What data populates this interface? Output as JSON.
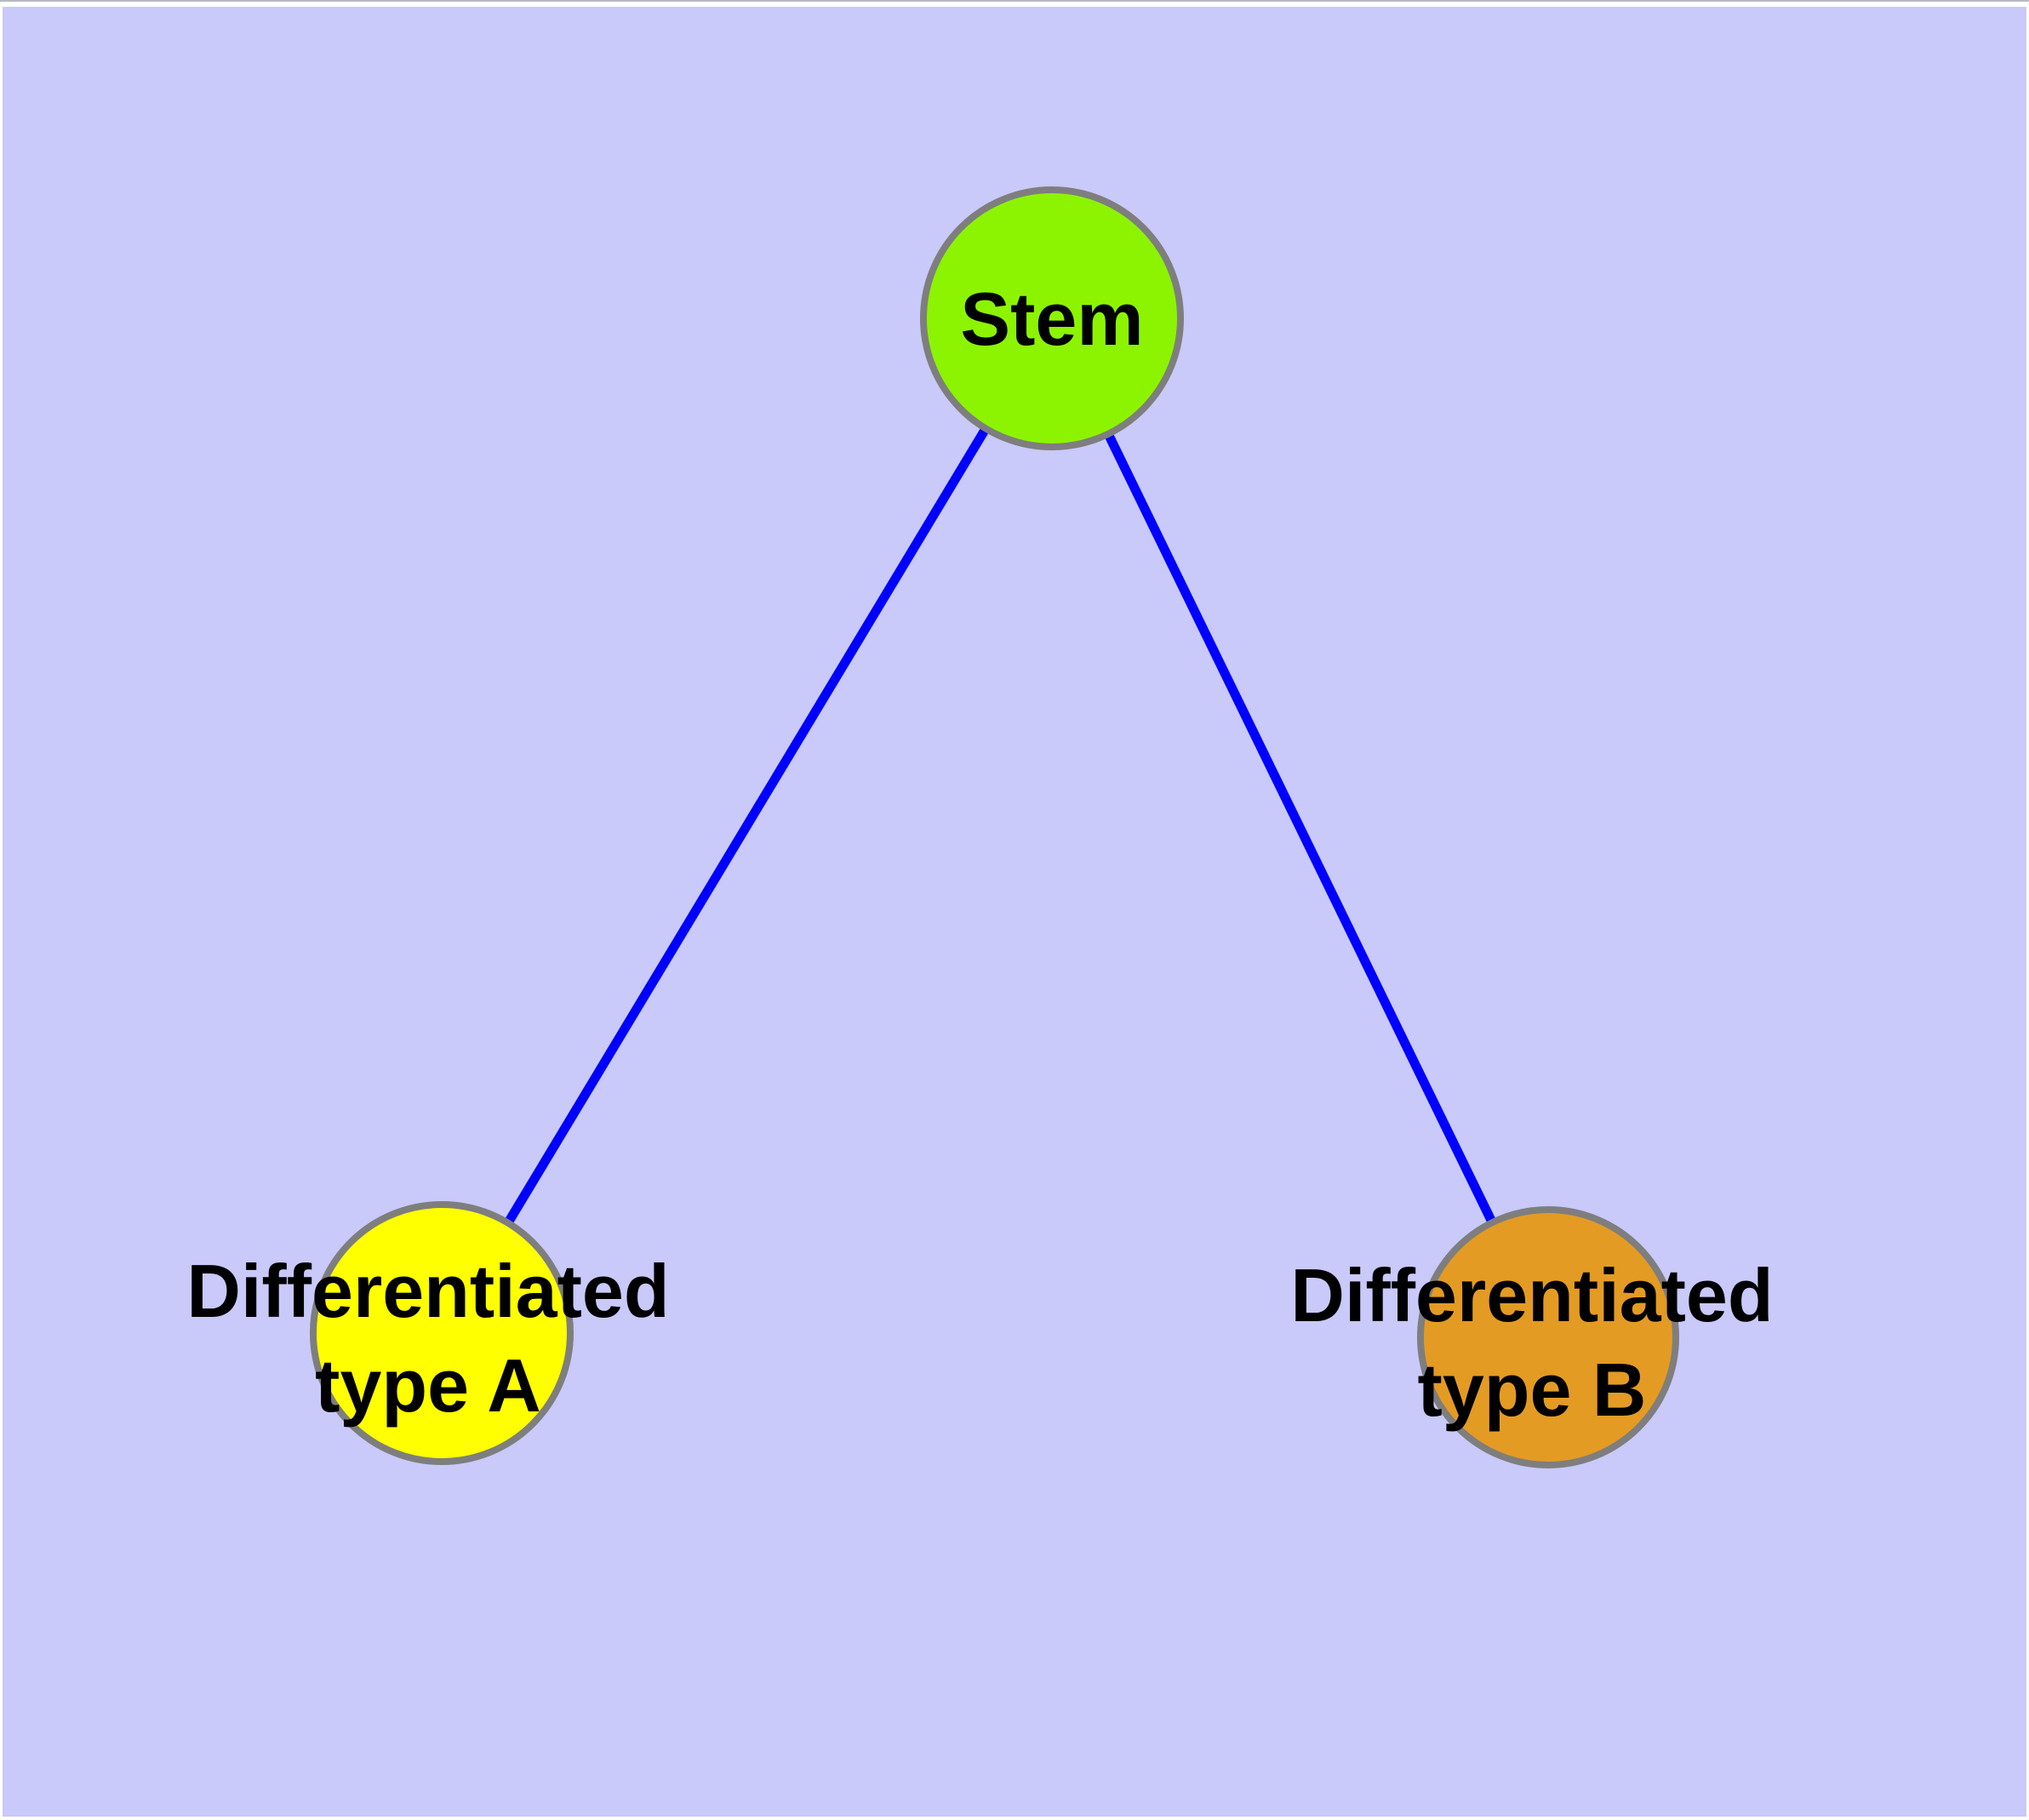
{
  "diagram": {
    "background_color": "#c9c9fa",
    "frame_color": "#ffffff",
    "top_hairline_color": "#b8b8c6",
    "edge_color": "#0000ff",
    "node_border_color": "#7e7e7e",
    "label_color": "#000000",
    "nodes": [
      {
        "id": "stem",
        "label": "Stem",
        "lines": [
          "Stem"
        ],
        "fill": "#8cf400"
      },
      {
        "id": "type-a",
        "label": "Differentiated type A",
        "lines": [
          "Differentiated",
          "type A"
        ],
        "fill": "#ffff00"
      },
      {
        "id": "type-b",
        "label": "Differentiated type B",
        "lines": [
          "Differentiated",
          "type B"
        ],
        "fill": "#e49b23"
      }
    ],
    "edges": [
      {
        "from": "stem",
        "to": "type-a"
      },
      {
        "from": "stem",
        "to": "type-b"
      }
    ]
  }
}
